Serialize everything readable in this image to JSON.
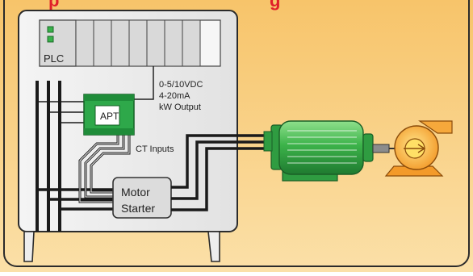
{
  "title_fragment": "p",
  "title_fragment_right": "g",
  "plc": {
    "label": "PLC"
  },
  "apt": {
    "label": "APT"
  },
  "output_spec": {
    "line1": "0-5/10VDC",
    "line2": "4-20mA",
    "line3": "kW Output"
  },
  "ct_inputs": {
    "label": "CT Inputs"
  },
  "motor_starter": {
    "line1": "Motor",
    "line2": "Starter"
  },
  "colors": {
    "background_orange": "#f9d58f",
    "border": "#2b2b2b",
    "panel_gray": "#e9e9e9",
    "apt_green": "#2ea84a",
    "motor_green": "#33a94a",
    "title_red": "#e0202a",
    "pump_orange": "#f39a2a",
    "pump_yellow": "#ffd84a",
    "indicator_green": "#38b24a"
  },
  "icons": [
    "plc-indicator-icon",
    "motor-icon",
    "pump-icon",
    "pump-arrow-icon"
  ]
}
